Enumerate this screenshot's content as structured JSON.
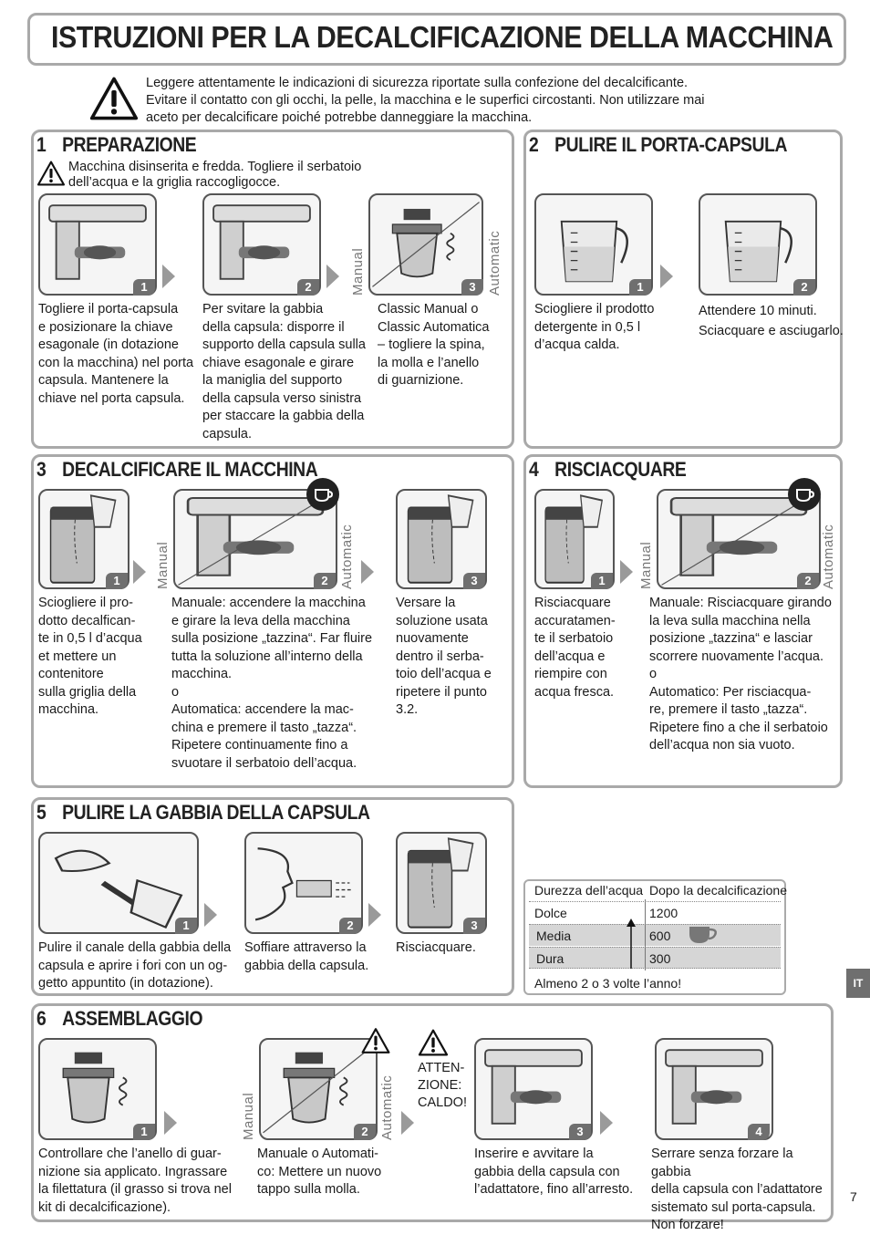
{
  "title": "ISTRUZIONI PER LA DECALCIFICAZIONE DELLA MACCHINA",
  "warning": "Leggere attentamente le indicazioni di sicurezza riportate sulla confezione del decalcificante. Evitare il contatto con gli occhi, la pelle, la macchina e le superfici circostanti. Non utilizzare mai aceto per decalcificare poiché potrebbe danneggiare la macchina.",
  "labels": {
    "manual": "Manual",
    "automatic": "Automatic"
  },
  "s1": {
    "num": "1",
    "title": "PREPARAZIONE",
    "note": "Macchina disinserita e fredda. Togliere il serbatoio dell’acqua e la griglia raccogligocce.",
    "steps": [
      {
        "badge": "1",
        "text": "Togliere il porta-capsula\ne posizionare la chiave\nesagonale (in dotazione\ncon la macchina) nel porta\ncapsula. Mantenere la\nchiave nel porta capsula."
      },
      {
        "badge": "2",
        "text": "Per svitare la gabbia\ndella capsula: disporre il\nsupporto della capsula sulla\nchiave esagonale e girare\nla maniglia del supporto\ndella capsula verso sinistra\nper staccare la gabbia della\ncapsula."
      },
      {
        "badge": "3",
        "text": "Classic Manual o\nClassic Automatica\n– togliere la spina,\nla molla e l’anello\ndi guarnizione."
      }
    ]
  },
  "s2": {
    "num": "2",
    "title": "PULIRE IL PORTA-CAPSULA",
    "steps": [
      {
        "badge": "1",
        "text": "Sciogliere il prodotto\ndetergente in 0,5 l\nd’acqua calda."
      },
      {
        "badge": "2",
        "text": "Attendere 10 minuti.\nSciacquare e asciugarlo."
      }
    ]
  },
  "s3": {
    "num": "3",
    "title": "DECALCIFICARE IL MACCHINA",
    "steps": [
      {
        "badge": "1",
        "text": "Sciogliere il pro-\ndotto decalfican-\nte in 0,5 l d’acqua\net mettere un\ncontenitore\nsulla griglia della\nmacchina."
      },
      {
        "badge": "2",
        "text": "Manuale: accendere la macchina\ne girare la leva della macchina\nsulla posizione „tazzina“. Far fluire\ntutta la soluzione all’interno della\nmacchina.\no\nAutomatica: accendere la mac-\nchina e premere il tasto „tazza“.\nRipetere continuamente fino a\nsvuotare il serbatoio dell’acqua."
      },
      {
        "badge": "3",
        "text": "Versare la\nsoluzione usata\nnuovamente\ndentro il serba-\ntoio dell’acqua e\nripetere il punto\n3.2."
      }
    ]
  },
  "s4": {
    "num": "4",
    "title": "RISCIACQUARE",
    "steps": [
      {
        "badge": "1",
        "text": "Risciacquare\naccuratamen-\nte il serbatoio\ndell’acqua e\nriempire con\nacqua fresca."
      },
      {
        "badge": "2",
        "text": "Manuale: Risciacquare girando\nla leva sulla macchina nella\nposizione „tazzina“ e lasciar\nscorrere nuovamente l’acqua.\no\nAutomatico: Per risciacqua-\nre, premere il tasto „tazza“.\nRipetere fino a che il serbatoio\ndell’acqua non sia vuoto."
      }
    ]
  },
  "s5": {
    "num": "5",
    "title": "PULIRE LA GABBIA DELLA CAPSULA",
    "steps": [
      {
        "badge": "1",
        "text": "Pulire il canale della gabbia della\ncapsula e aprire i fori con un og-\ngetto appuntito (in dotazione)."
      },
      {
        "badge": "2",
        "text": "Soffiare attraverso la\ngabbia della capsula."
      },
      {
        "badge": "3",
        "text": "Risciacquare."
      }
    ]
  },
  "hardness": {
    "headers": [
      "Durezza dell’acqua",
      "Dopo la decalcificazione"
    ],
    "rows": [
      {
        "label": "Dolce",
        "value": "1200"
      },
      {
        "label": "Media",
        "value": "600"
      },
      {
        "label": "Dura",
        "value": "300"
      }
    ],
    "footer": "Almeno 2 o 3 volte l’anno!"
  },
  "s6": {
    "num": "6",
    "title": "ASSEMBLAGGIO",
    "caution": "ATTEN-\nZIONE:\nCALDO!",
    "steps": [
      {
        "badge": "1",
        "text": "Controllare che l’anello di guar-\nnizione sia applicato. Ingrassare\nla filettatura (il grasso si trova nel\nkit di decalcificazione)."
      },
      {
        "badge": "2",
        "text": "Manuale o Automati-\nco: Mettere un nuovo\ntappo sulla molla."
      },
      {
        "badge": "3",
        "text": "Inserire e avvitare la\ngabbia della capsula con\nl’adattatore, fino all’arresto."
      },
      {
        "badge": "4",
        "text": "Serrare senza forzare la gabbia\ndella capsula con l’adattatore\nsistemato sul porta-capsula.\nNon forzare!"
      }
    ]
  },
  "lang_tab": "IT",
  "page_number": "7",
  "colors": {
    "frame": "#a9a9a9",
    "badge": "#6f6f6f",
    "arrow": "#9a9a9a",
    "table_shade": "#d6d6d6"
  }
}
